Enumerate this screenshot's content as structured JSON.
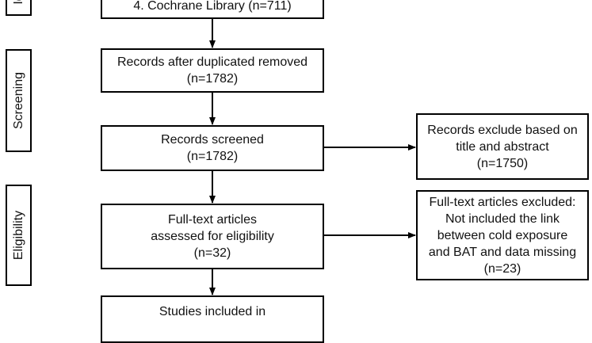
{
  "stages": {
    "identification": "Id",
    "screening": "Screening",
    "eligibility": "Eligibility"
  },
  "boxes": {
    "identification_sources": {
      "line1": "4. Cochrane Library (n=711)"
    },
    "after_duplicates": {
      "line1": "Records after duplicated removed",
      "line2": "(n=1782)"
    },
    "screened": {
      "line1": "Records screened",
      "line2": "(n=1782)"
    },
    "excluded_title_abstract": {
      "line1": "Records exclude based on",
      "line2": "title and abstract",
      "line3": "(n=1750)"
    },
    "fulltext_assessed": {
      "line1": "Full-text articles",
      "line2": "assessed for eligibility",
      "line3": "(n=32)"
    },
    "fulltext_excluded": {
      "line1": "Full-text articles excluded:",
      "line2": "Not included the link",
      "line3": "between cold exposure",
      "line4": "and BAT and data missing",
      "line5": "(n=23)"
    },
    "included": {
      "line1": "Studies included in"
    }
  }
}
